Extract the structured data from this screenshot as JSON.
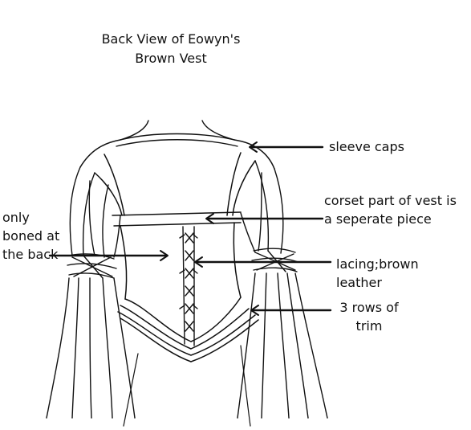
{
  "diagram": {
    "title_line1": "Back View of Eowyn's",
    "title_line2": "Brown Vest",
    "labels": {
      "sleeve_caps": "sleeve caps",
      "corset_line1": "corset part of vest is",
      "corset_line2": "a seperate piece",
      "boned_line1": "only",
      "boned_line2": "boned at",
      "boned_line3": "the back",
      "lacing_line1": "lacing;brown",
      "lacing_line2": "leather",
      "trim_line1": "3 rows of",
      "trim_line2": "trim"
    },
    "colors": {
      "ink": "#111111",
      "background": "#ffffff"
    }
  }
}
